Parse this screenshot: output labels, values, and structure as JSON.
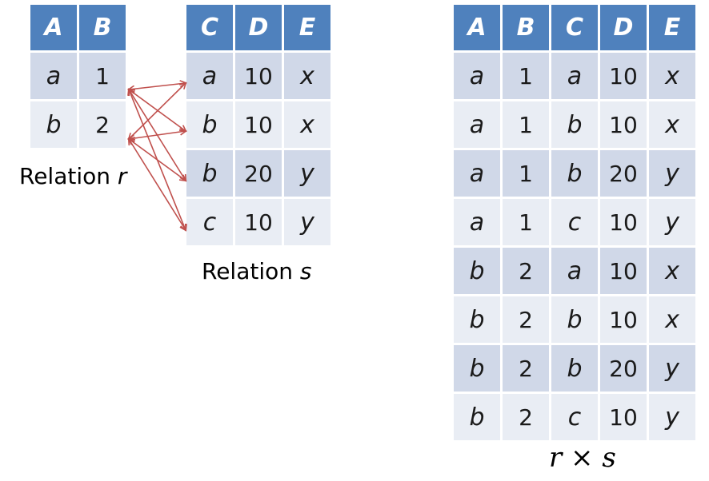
{
  "relation_r": {
    "headers": [
      "A",
      "B"
    ],
    "rows": [
      [
        "a",
        "1"
      ],
      [
        "b",
        "2"
      ]
    ],
    "caption_text": "Relation",
    "caption_var": "r"
  },
  "relation_s": {
    "headers": [
      "C",
      "D",
      "E"
    ],
    "rows": [
      [
        "a",
        "10",
        "x"
      ],
      [
        "b",
        "10",
        "x"
      ],
      [
        "b",
        "20",
        "y"
      ],
      [
        "c",
        "10",
        "y"
      ]
    ],
    "caption_text": "Relation",
    "caption_var": "s"
  },
  "cartesian_product": {
    "headers": [
      "A",
      "B",
      "C",
      "D",
      "E"
    ],
    "rows": [
      [
        "a",
        "1",
        "a",
        "10",
        "x"
      ],
      [
        "a",
        "1",
        "b",
        "10",
        "x"
      ],
      [
        "a",
        "1",
        "b",
        "20",
        "y"
      ],
      [
        "a",
        "1",
        "c",
        "10",
        "y"
      ],
      [
        "b",
        "2",
        "a",
        "10",
        "x"
      ],
      [
        "b",
        "2",
        "b",
        "10",
        "x"
      ],
      [
        "b",
        "2",
        "b",
        "20",
        "y"
      ],
      [
        "b",
        "2",
        "c",
        "10",
        "y"
      ]
    ],
    "caption": "r × s"
  },
  "colors": {
    "header": "#4f81bd",
    "row_odd": "#d0d8e8",
    "row_even": "#e9edf4",
    "arrow": "#c0504d"
  }
}
